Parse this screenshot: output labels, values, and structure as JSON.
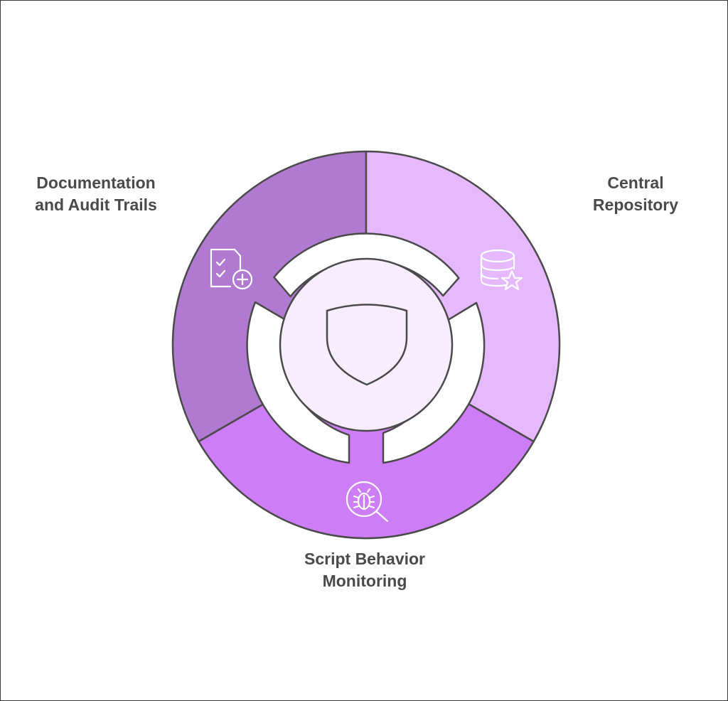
{
  "segments": [
    {
      "id": "documentation",
      "label": "Documentation\nand Audit Trails",
      "icon": "document-checklist-add-icon",
      "color": "#b07ad0"
    },
    {
      "id": "repository",
      "label": "Central\nRepository",
      "icon": "database-star-icon",
      "color": "#e6b9ff"
    },
    {
      "id": "monitoring",
      "label": "Script Behavior\nMonitoring",
      "icon": "bug-magnifier-icon",
      "color": "#cd7df5"
    }
  ],
  "center": {
    "icon": "shield-icon",
    "color": "#f8ecff"
  },
  "colors": {
    "outline": "#4a4a4a",
    "text": "#4a4a4a",
    "icon_stroke": "#ffffff"
  }
}
